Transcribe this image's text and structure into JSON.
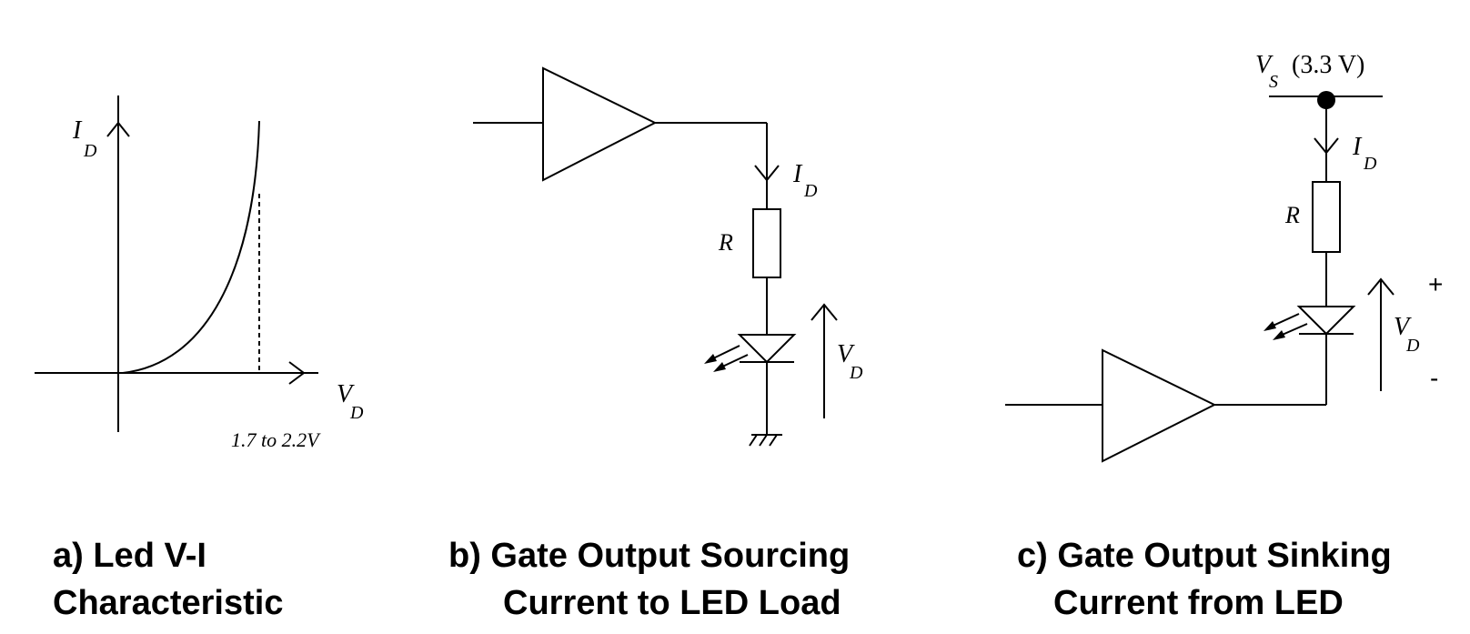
{
  "panel_a": {
    "y_axis_label": "I",
    "y_axis_sub": "D",
    "x_axis_label": "V",
    "x_axis_sub": "D",
    "threshold_label": "1.7 to 2.2V",
    "caption_line1": "a) Led V-I",
    "caption_line2": "Characteristic"
  },
  "panel_b": {
    "current_label": "I",
    "current_sub": "D",
    "resistor_label": "R",
    "voltage_label": "V",
    "voltage_sub": "D",
    "caption_line1": "b) Gate Output Sourcing",
    "caption_line2": "Current to LED Load"
  },
  "panel_c": {
    "supply_label": "V",
    "supply_sub": "S",
    "supply_value": "(3.3 V)",
    "current_label": "I",
    "current_sub": "D",
    "resistor_label": "R",
    "voltage_label": "V",
    "voltage_sub": "D",
    "plus_sign": "+",
    "minus_sign": "-",
    "caption_line1": "c) Gate Output Sinking",
    "caption_line2": "Current from LED"
  }
}
